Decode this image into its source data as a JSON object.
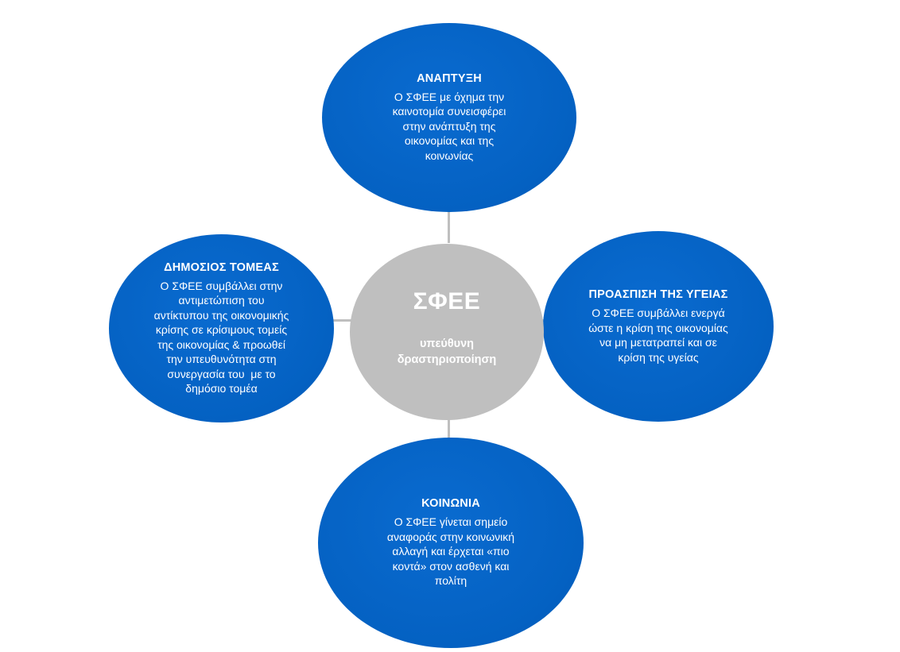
{
  "colors": {
    "node_blue": "#0563c1",
    "center_gray": "#bfbfbf",
    "connector_gray": "#bfbfbf",
    "text": "#ffffff"
  },
  "center": {
    "title": "ΣΦΕΕ",
    "subtitle_line1": "υπεύθυνη",
    "subtitle_line2": "δραστηριοποίηση"
  },
  "nodes": {
    "top": {
      "title": "ΑΝΑΠΤΥΞΗ",
      "lines": [
        "Ο ΣΦΕΕ με όχημα την",
        "καινοτομία συνεισφέρει",
        "στην ανάπτυξη της",
        "οικονομίας και της",
        "κοινωνίας"
      ]
    },
    "left": {
      "title": "ΔΗΜΟΣΙΟΣ ΤΟΜΕΑΣ",
      "lines": [
        "Ο ΣΦΕΕ συμβάλλει στην",
        "αντιμετώπιση του",
        "αντίκτυπου της οικονομικής",
        "κρίσης σε κρίσιμους τομείς",
        "της οικονομίας & προωθεί",
        "την υπευθυνότητα στη",
        "συνεργασία του  με το",
        "δημόσιο τομέα"
      ]
    },
    "right": {
      "title": "ΠΡΟΑΣΠΙΣΗ ΤΗΣ ΥΓΕΙΑΣ",
      "lines": [
        "Ο ΣΦΕΕ συμβάλλει ενεργά",
        "ώστε η κρίση της οικονομίας",
        "να μη μετατραπεί και σε",
        "κρίση της υγείας"
      ]
    },
    "bottom": {
      "title": "ΚΟΙΝΩΝΙΑ",
      "lines": [
        "Ο ΣΦΕΕ γίνεται σημείο",
        "αναφοράς στην κοινωνική",
        "αλλαγή και έρχεται «πιο",
        "κοντά» στον ασθενή και",
        "πολίτη"
      ]
    }
  }
}
